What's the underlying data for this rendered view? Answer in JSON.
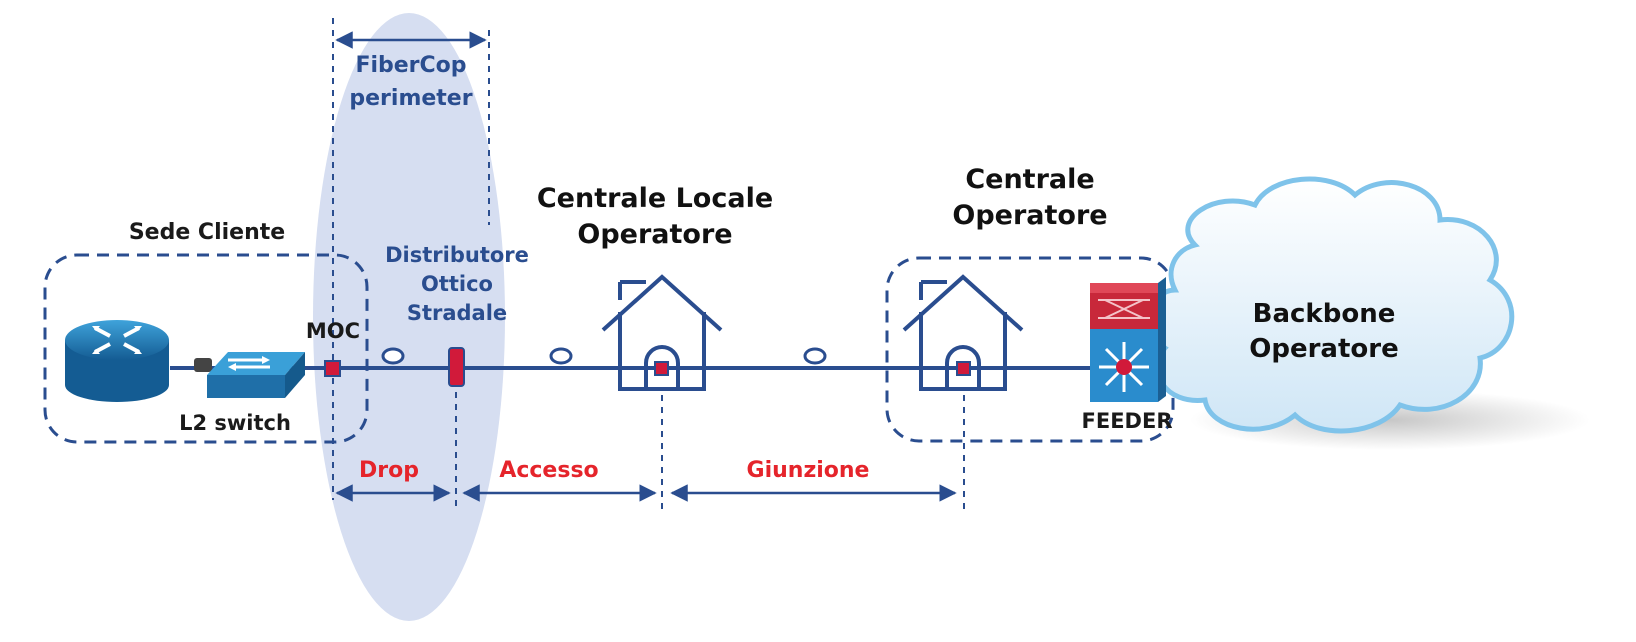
{
  "labels": {
    "perimeter_line1": "FiberCop",
    "perimeter_line2": "perimeter",
    "sede_cliente": "Sede Cliente",
    "distributore_line1": "Distributore",
    "distributore_line2": "Ottico",
    "distributore_line3": "Stradale",
    "moc": "MOC",
    "l2_switch": "L2 switch",
    "centrale_locale_line1": "Centrale Locale",
    "centrale_locale_line2": "Operatore",
    "centrale_operatore_line1": "Centrale",
    "centrale_operatore_line2": "Operatore",
    "feeder": "FEEDER",
    "backbone_line1": "Backbone",
    "backbone_line2": "Operatore"
  },
  "segments": {
    "drop": "Drop",
    "accesso": "Accesso",
    "giunzione": "Giunzione"
  },
  "icons": [
    "router-icon",
    "switch-icon",
    "house-icon",
    "feeder-icon",
    "cloud-icon"
  ],
  "colors": {
    "line_blue": "#2a4d8f",
    "segment_red": "#e5242b",
    "perimeter_fill": "#d6def1",
    "device_blue": "#1f86c6"
  }
}
